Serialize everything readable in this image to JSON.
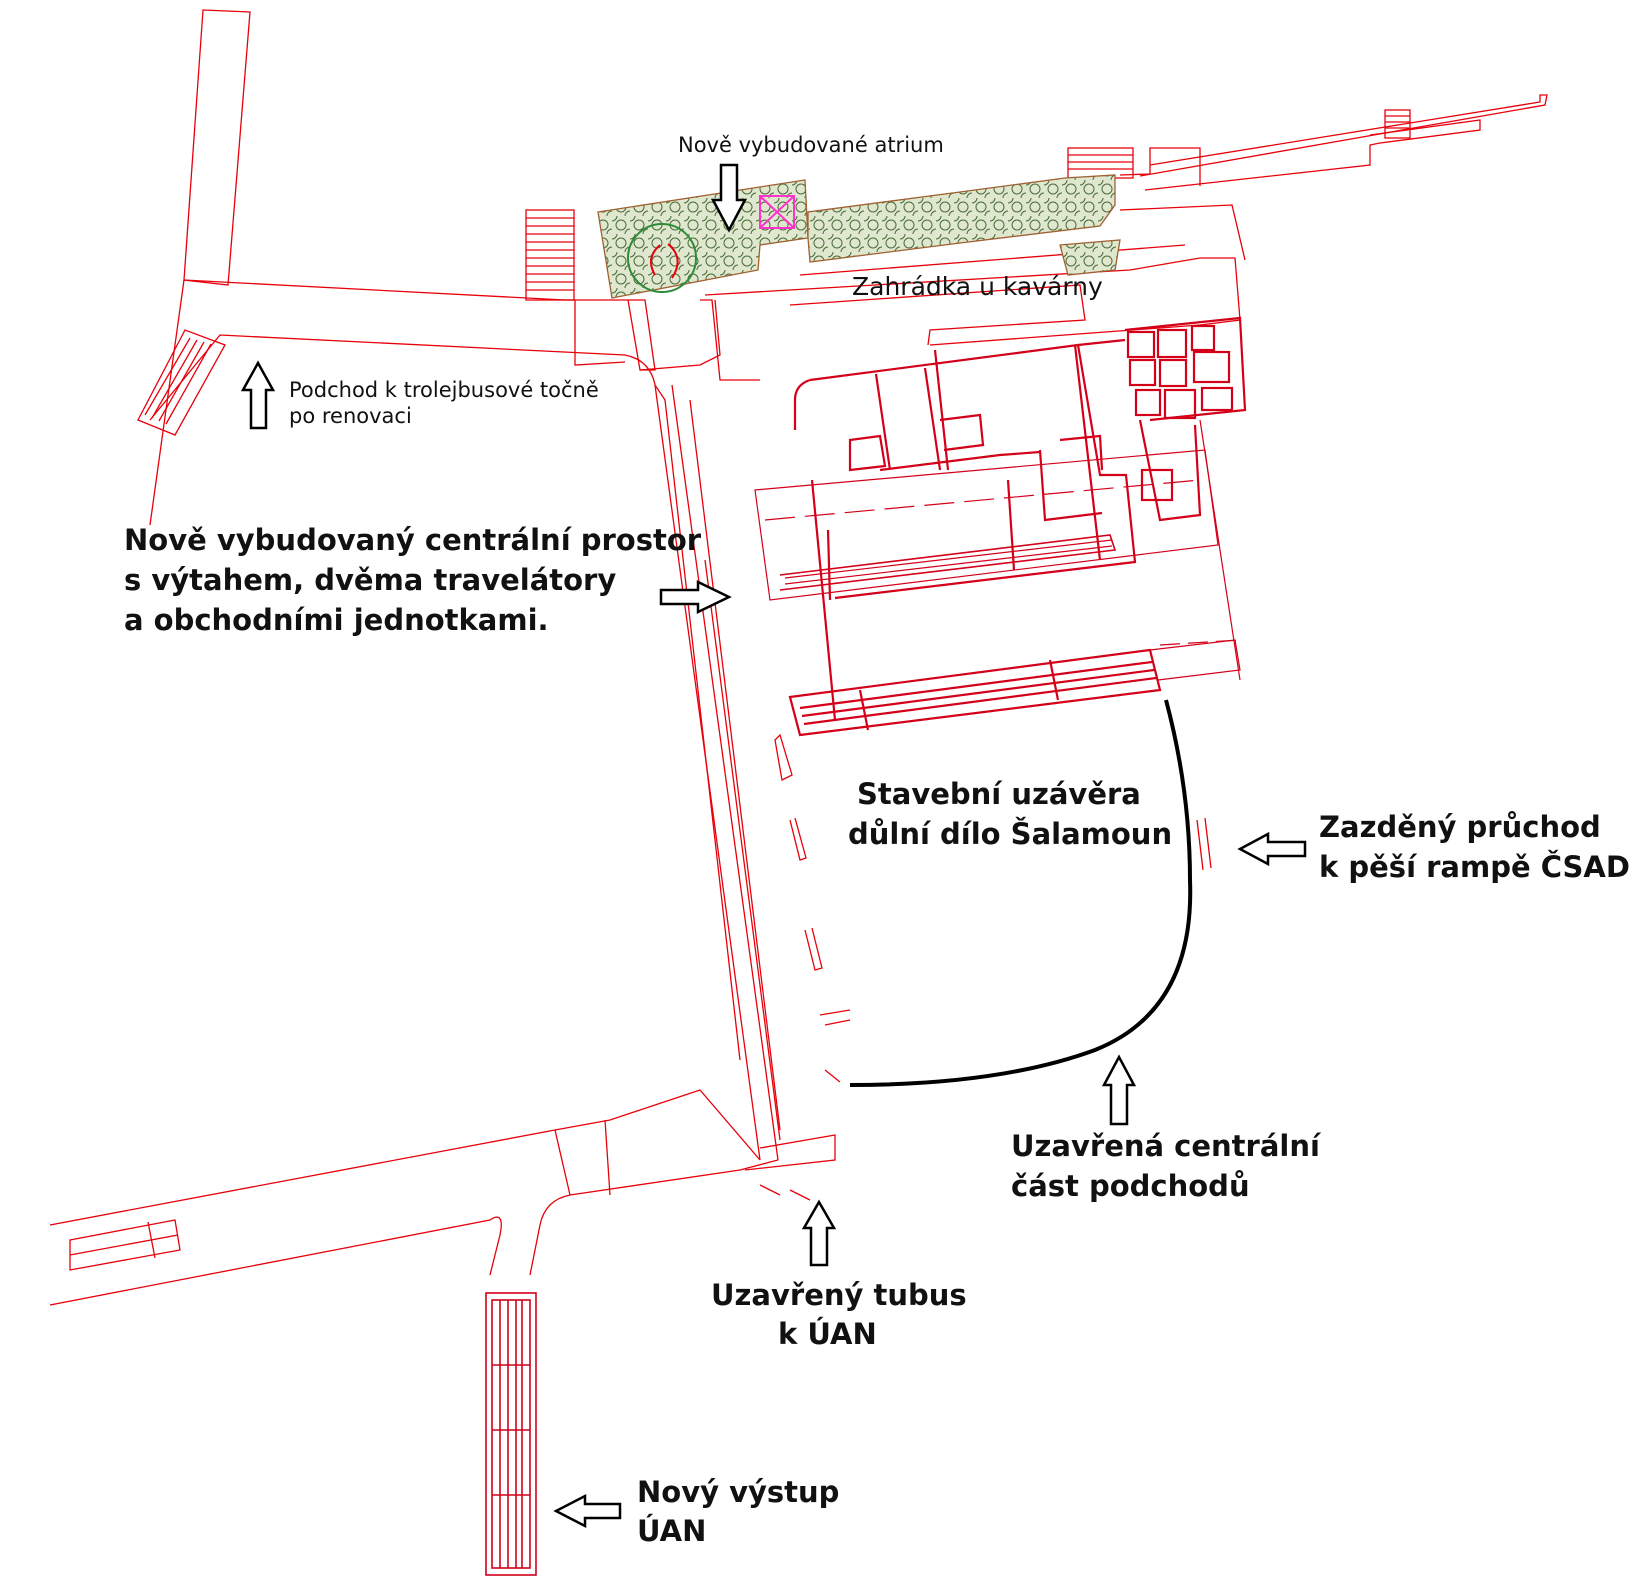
{
  "labels": {
    "atrium": "Nově vybudované atrium",
    "zahradka": "Zahrádka u kavárny",
    "podchod_line1": "Podchod k trolejbusové točně",
    "podchod_line2": "po renovaci",
    "central_line1": "Nově vybudovaný centrální prostor",
    "central_line2": "s výtahem, dvěma travelátory",
    "central_line3": "a obchodními jednotkami.",
    "uzavera_line1": "Stavební uzávěra",
    "uzavera_line2": "důlní dílo Šalamoun",
    "zazdeny_line1": "Zazděný průchod",
    "zazdeny_line2": "k pěší rampě ČSAD",
    "uzavrena_line1": "Uzavřená centrální",
    "uzavrena_line2": "část podchodů",
    "tubus_line1": "Uzavřený tubus",
    "tubus_line2": "k ÚAN",
    "vystup_line1": "Nový výstup",
    "vystup_line2": "ÚAN"
  },
  "colors": {
    "plan_lines": "#e8000b",
    "new_construction": "#d4001a",
    "greenery_fill": "#dfe8cf",
    "greenery_pattern": "#4a6b3a",
    "elevator_marker": "#ff33cc",
    "closed_section_line": "#000000"
  }
}
